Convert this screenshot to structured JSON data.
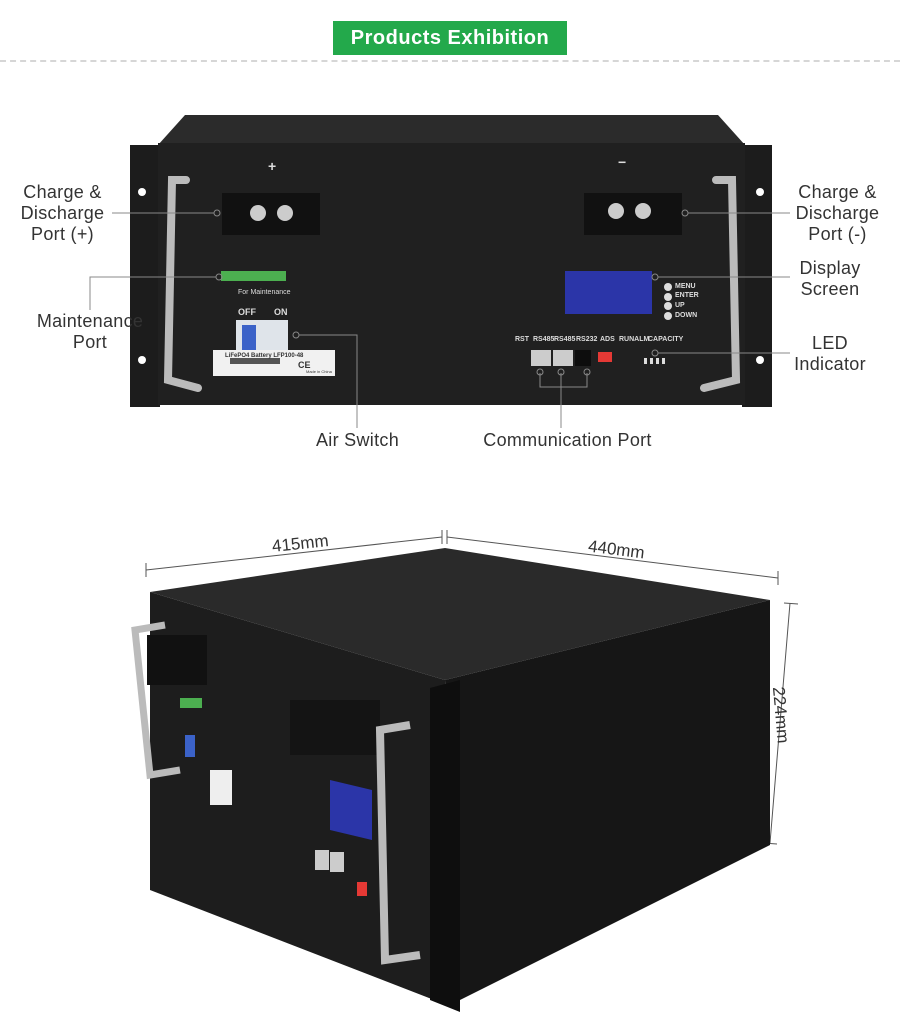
{
  "header": {
    "title": "Products Exhibition",
    "accent": "#23a94b"
  },
  "callouts": {
    "charge_pos": [
      "Charge &",
      "Discharge",
      "Port (+)"
    ],
    "charge_neg": [
      "Charge &",
      "Discharge",
      "Port (-)"
    ],
    "display": [
      "Display",
      "Screen"
    ],
    "maintenance": [
      "Maintenance",
      "Port"
    ],
    "led": [
      "LED",
      "Indicator"
    ],
    "air_switch": "Air Switch",
    "comm_port": "Communication Port"
  },
  "panel": {
    "plus": "+",
    "minus": "−",
    "maintenance_text": "For Maintenance",
    "off": "OFF",
    "on": "ON",
    "battery_label": "LiFePO4 Battery LFP100-48",
    "ce": "CE",
    "made_in": "Made in China",
    "buttons": [
      "MENU",
      "ENTER",
      "UP",
      "DOWN"
    ],
    "ports": [
      "RST",
      "RS485",
      "RS485",
      "RS232",
      "ADS",
      "RUNALM",
      "CAPACITY"
    ]
  },
  "dimensions": {
    "depth": "415mm",
    "width": "440mm",
    "height": "224mm"
  }
}
